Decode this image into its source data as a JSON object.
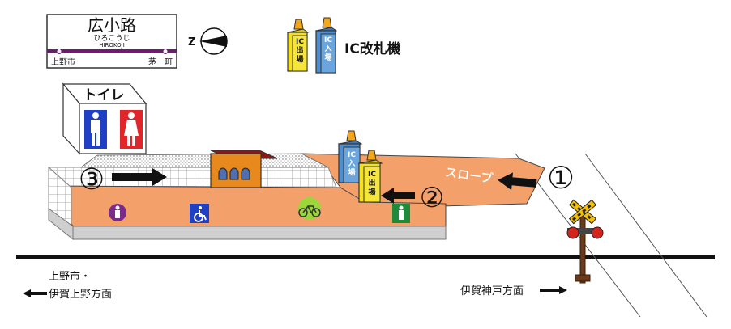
{
  "station_sign": {
    "name": "広小路",
    "furigana": "ひろこうじ",
    "romaji": "HIROKOJI",
    "prev_station": "上野市",
    "next_station": "茅　町"
  },
  "compass": {
    "letter": "Z"
  },
  "legend": {
    "ic_exit_label": "IC\n出\n場",
    "ic_entry_label": "IC\n入\n場",
    "title": "IC改札機"
  },
  "toilet": {
    "label": "トイレ"
  },
  "slope": {
    "label": "スロープ"
  },
  "routes": {
    "one": "①",
    "two": "②",
    "three": "③"
  },
  "directions": {
    "left_line1": "上野市・",
    "left_line2": "伊賀上野方面",
    "right": "伊賀神戸方面"
  },
  "colors": {
    "platform": "#f4a06a",
    "sign_stripe": "#6d1a73",
    "ic_exit": "#f5e020",
    "ic_entry": "#4f8fd0",
    "shelter": "#e8891e",
    "toilet_men": "#1f3fc4",
    "toilet_women": "#e0262a"
  }
}
